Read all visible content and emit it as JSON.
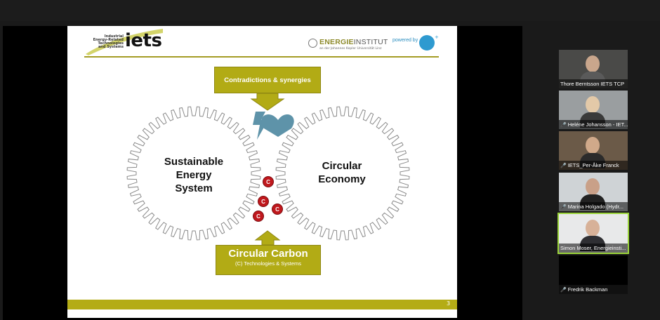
{
  "slide": {
    "iets_logo": {
      "word": "iets",
      "tagline_lines": [
        "Industrial",
        "Energy-Related",
        "Technologies",
        "and Systems"
      ]
    },
    "energieinstitut": {
      "name_part1": "ENERGIE",
      "name_part2": "INSTITUT",
      "subline": "an der Johannes Kepler Universität Linz"
    },
    "powered_by": "powered by",
    "callout_top": "Contradictions & synergies",
    "gear_left": [
      "Sustainable",
      "Energy",
      "System"
    ],
    "gear_right": [
      "Circular",
      "Economy"
    ],
    "carbon_badge": "C",
    "callout_bottom": {
      "title": "Circular Carbon",
      "subtitle": "(C) Technologies & Systems"
    },
    "page_number": "3",
    "colors": {
      "accent": "#b2ab15",
      "icon_blue": "#5e93a9",
      "badge_red": "#c0181d"
    }
  },
  "participants": [
    {
      "name": "Thore Berntsson IETS TCP",
      "muted": false
    },
    {
      "name": "Heléne Johansson - IET...",
      "muted": true
    },
    {
      "name": "IETS_Per-Åke Franck",
      "muted": true
    },
    {
      "name": "Marina Holgado (Hydr...",
      "muted": true
    },
    {
      "name": "Simon Moser, Energieinsti...",
      "muted": false,
      "active_speaker": true
    },
    {
      "name": "Fredrik Backman",
      "muted": true,
      "video_off": true
    }
  ]
}
